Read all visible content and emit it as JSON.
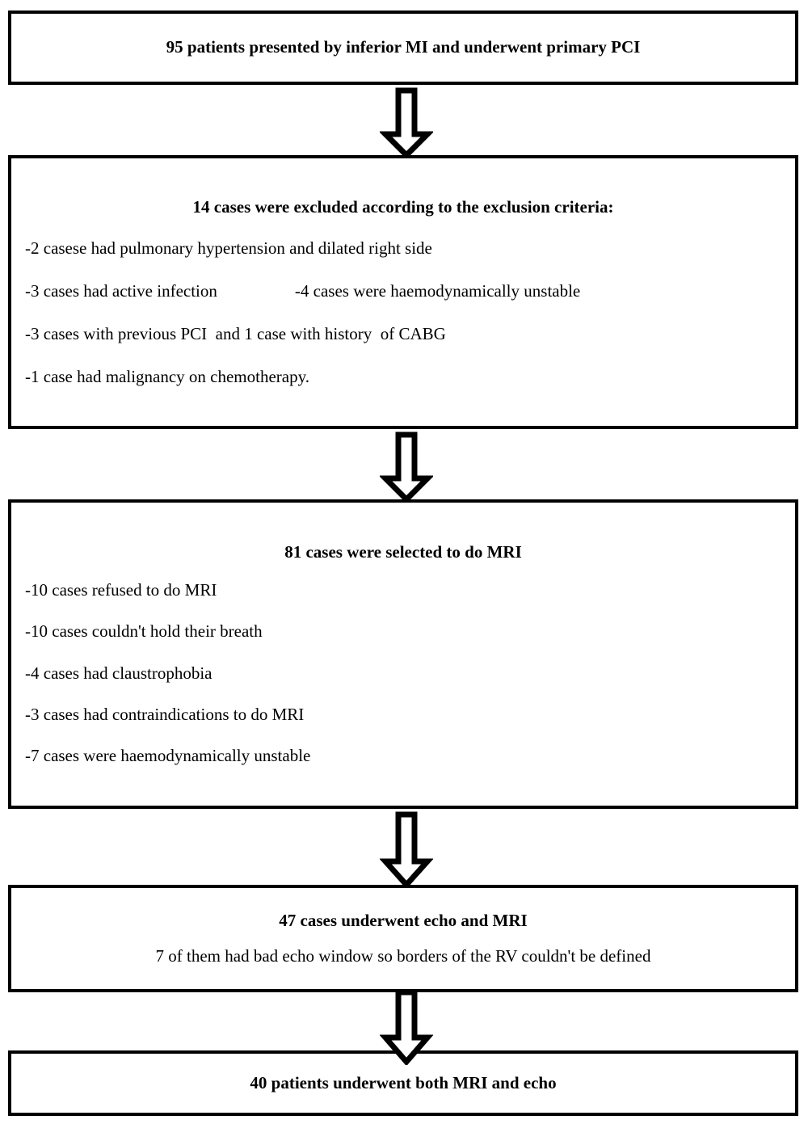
{
  "chart_data": {
    "type": "diagram",
    "title": "Patient enrollment flow diagram",
    "nodes": [
      {
        "id": "enrolled",
        "count": 95,
        "title": "95 patients presented by inferior MI and underwent primary PCI"
      },
      {
        "id": "excluded",
        "count": 14,
        "title": "14 cases were excluded according to the exclusion criteria:"
      },
      {
        "id": "selected-mri",
        "count": 81,
        "title": "81 cases were selected to do MRI"
      },
      {
        "id": "echo-and-mri",
        "count": 47,
        "title": "47 cases underwent echo and MRI"
      },
      {
        "id": "final",
        "count": 40,
        "title": "40 patients underwent both MRI and echo"
      }
    ],
    "edges": [
      {
        "from": "enrolled",
        "to": "excluded"
      },
      {
        "from": "excluded",
        "to": "selected-mri"
      },
      {
        "from": "selected-mri",
        "to": "echo-and-mri"
      },
      {
        "from": "echo-and-mri",
        "to": "final"
      }
    ]
  },
  "boxes": {
    "box1": {
      "title": "95 patients presented by inferior MI and underwent primary PCI"
    },
    "box2": {
      "title": "14 cases were excluded according to the exclusion criteria:",
      "line1": "-2 casese had pulmonary hypertension and dilated right side",
      "line2_col1": "-3 cases had active infection",
      "line2_col2": "-4 cases were haemodynamically unstable",
      "line3": "-3 cases with previous PCI  and 1 case with history  of CABG",
      "line4": "-1 case had malignancy on chemotherapy."
    },
    "box3": {
      "title": "81 cases were selected to do MRI",
      "line1": "-10 cases refused to do MRI",
      "line2": "-10 cases couldn't hold their breath",
      "line3": "-4 cases had claustrophobia",
      "line4": "-3 cases had contraindications to do MRI",
      "line5": "-7 cases were haemodynamically unstable"
    },
    "box4": {
      "title": "47 cases underwent echo and MRI",
      "subtitle": "7 of them had bad echo window so borders of the RV couldn't be defined"
    },
    "box5": {
      "title": "40 patients underwent both MRI and echo"
    }
  },
  "colors": {
    "border": "#000000",
    "fill": "#ffffff",
    "text": "#000000"
  }
}
